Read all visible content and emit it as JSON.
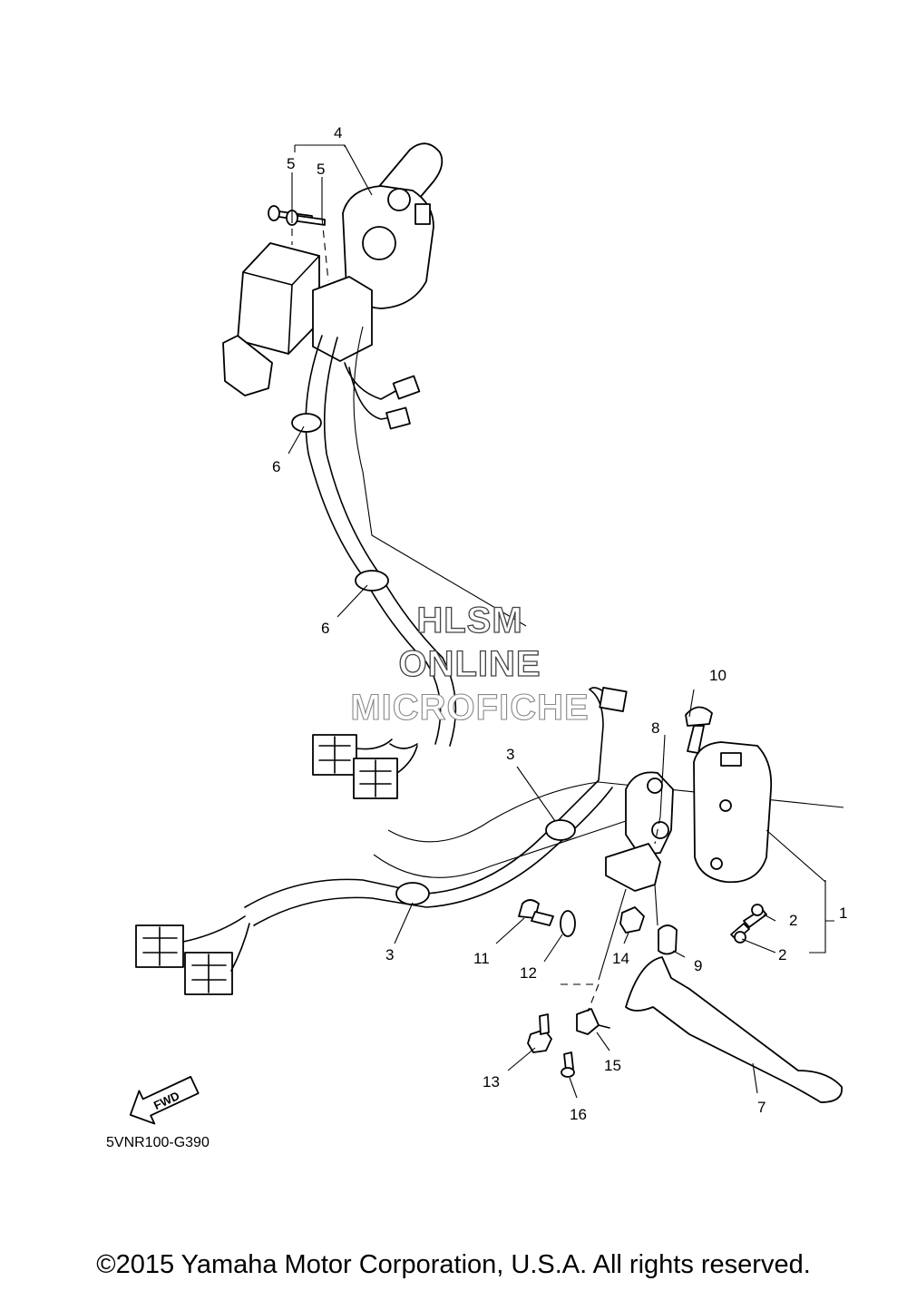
{
  "callouts": [
    "1",
    "2",
    "2",
    "3",
    "3",
    "4",
    "5",
    "5",
    "6",
    "6",
    "7",
    "8",
    "9",
    "10",
    "11",
    "12",
    "13",
    "14",
    "15",
    "16"
  ],
  "watermark": {
    "line1": "HLSM",
    "line2": "ONLINE",
    "line3": "MICROFICHE"
  },
  "fwd_label": "FWD",
  "diagram_code": "5VNR100-G390",
  "copyright": "©2015 Yamaha Motor Corporation, U.S.A. All rights reserved."
}
